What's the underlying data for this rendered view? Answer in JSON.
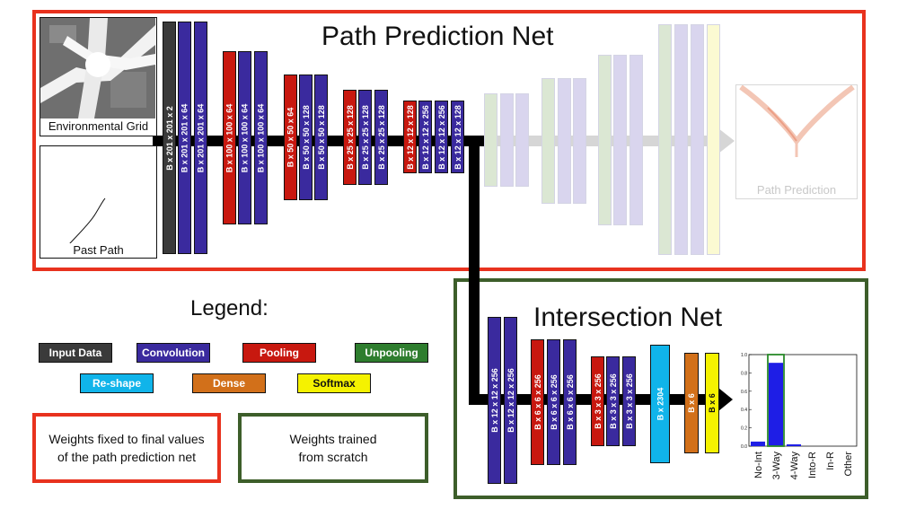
{
  "titles": {
    "path_net": "Path Prediction Net",
    "intersection_net": "Intersection Net",
    "legend": "Legend:"
  },
  "inputs": {
    "grid_caption": "Environmental Grid",
    "path_caption": "Past Path",
    "prediction_caption": "Path Prediction"
  },
  "path_layers": [
    "B x 201 x 201 x 2",
    "B x 201 x 201 x 64",
    "B x 201 x 201 x 64",
    "B x 100 x 100 x 64",
    "B x 100 x 100 x 64",
    "B x 100 x 100 x 64",
    "B x 50 x 50 x 64",
    "B x 50 x 50 x 128",
    "B x 50 x 50 x 128",
    "B x 25 x 25 x 128",
    "B x 25 x 25 x 128",
    "B x 25 x 25 x 128",
    "B x 12 x 12 x 128",
    "B x 12 x 12 x 256",
    "B x 12 x 12 x 256",
    "B x 12 x 12 x 128"
  ],
  "intersection_layers": [
    "B x 12 x 12 x 256",
    "B x 12 x 12 x 256",
    "B x 6 x 6 x 256",
    "B x 6 x 6 x 256",
    "B x 6 x 6 x 256",
    "B x 3 x 3 x 256",
    "B x 3 x 3 x 256",
    "B x 3 x 3 x 256",
    "B x 2304",
    "B x 6",
    "B x 6"
  ],
  "legend": {
    "input": "Input Data",
    "conv": "Convolution",
    "pool": "Pooling",
    "unpool": "Unpooling",
    "reshape": "Re-shape",
    "dense": "Dense",
    "softmax": "Softmax"
  },
  "notes": {
    "fixed_line1": "Weights fixed to final values",
    "fixed_line2": "of the path prediction net",
    "trained_line1": "Weights trained",
    "trained_line2": "from scratch"
  },
  "colors": {
    "input": "#3a3a3a",
    "conv": "#3a2a9e",
    "pool": "#c8180f",
    "unpool": "#2e7d2e",
    "reshape": "#10b4ea",
    "dense": "#d2701a",
    "softmax": "#f5f200",
    "red_frame": "#e8321e",
    "green_frame": "#3d5e2a"
  },
  "chart_data": {
    "type": "bar",
    "categories": [
      "No-Int",
      "3-Way",
      "4-Way",
      "Into-R",
      "In-R",
      "Other"
    ],
    "values": [
      0.05,
      0.91,
      0.02,
      0.0,
      0.0,
      0.0
    ],
    "target": [
      0,
      1,
      0,
      0,
      0,
      0
    ],
    "ylim": [
      0,
      1
    ],
    "yticks": [
      "0.0",
      "0.2",
      "0.4",
      "0.6",
      "0.8",
      "1.0"
    ],
    "title": "",
    "xlabel": "",
    "ylabel": ""
  }
}
